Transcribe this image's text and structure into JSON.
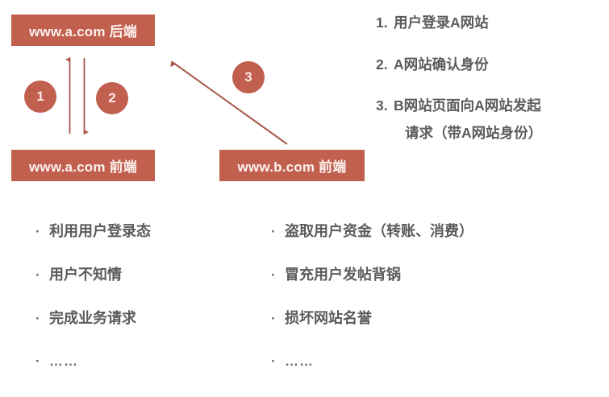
{
  "theme": {
    "background": "#ffffff",
    "accent": "#c1604f",
    "accent_text": "#fdf1ee",
    "body_text": "#5b5b5b",
    "arrow_color": "#a9584b"
  },
  "diagram": {
    "nodes": [
      {
        "id": "a-backend",
        "label": "www.a.com 后端"
      },
      {
        "id": "a-frontend",
        "label": "www.a.com 前端"
      },
      {
        "id": "b-frontend",
        "label": "www.b.com 前端"
      }
    ],
    "steps": [
      {
        "id": "step-1",
        "label": "1"
      },
      {
        "id": "step-2",
        "label": "2"
      },
      {
        "id": "step-3",
        "label": "3"
      }
    ]
  },
  "numbered_list": [
    {
      "marker": "1.",
      "text": "用户登录A网站",
      "continuation": ""
    },
    {
      "marker": "2.",
      "text": "A网站确认身份",
      "continuation": ""
    },
    {
      "marker": "3.",
      "text": "B网站页面向A网站发起",
      "continuation": "请求（带A网站身份）"
    }
  ],
  "bullets_left": [
    "利用用户登录态",
    "用户不知情",
    "完成业务请求",
    "……"
  ],
  "bullets_right": [
    "盗取用户资金（转账、消费）",
    "冒充用户发帖背锅",
    "损坏网站名誉",
    "……"
  ],
  "bullet_marker": "·"
}
